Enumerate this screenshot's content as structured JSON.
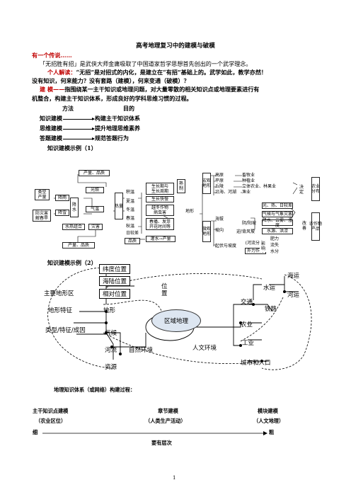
{
  "title": "高考地理复习中的建模与破模",
  "legend_heading": "有一个传说……",
  "legend_text": "「无招胜有招」是武侠大师金庸吸取了中国道家哲学思想首先创出的一个武学理念。",
  "interp_label": "个人解读：",
  "interp_line1": "“无招”是对招式的内化，是建立在“有招”基础上的。武学如此，教学亦然！",
  "interp_line2": "没有知识，何来能力？没有套路（建模），何来变通（破模）？",
  "model_label": "建 模——",
  "model_line1": "指围绕某一主干知识或地理问题，对大量零散的相关知识点或地理要素进行有",
  "model_line2": "机整合，构建主干知识体系，形成良好的学科思维习惯的过程。",
  "method_header": "方法",
  "goal_header": "目的",
  "rows": [
    {
      "method": "知识建模",
      "goal": "构建主干知识体系"
    },
    {
      "method": "思维建模",
      "goal": "提升地理思维素养"
    },
    {
      "method": "答题建模",
      "goal": "规范答题行为"
    }
  ],
  "example1_title": "知识建模示例（1）",
  "ex1": {
    "top": "产量、品质",
    "bottom": "产量、品质",
    "type_prod": "类型\n产量",
    "disaster": "防灾害\n解春旱",
    "jiangyu": "降雨",
    "guangzhao": "光照",
    "jiangxue": "降雪",
    "jiangshui": "降\n水",
    "qiwen": "气温",
    "rewater": "水热组合",
    "zaihai": "灾害",
    "reliang": "热量",
    "jiwen": "积温",
    "xiawen": "夏温",
    "dongwen": "冬温",
    "chunwen": "春温",
    "qiuwen": "秋温",
    "richa": "日较差",
    "pinzhi": "品质",
    "zz1": "生长期与\n生长周期",
    "zz2": "生长快慢",
    "zz3": "越冬作物\n病虫害",
    "zz4": "春播、发芽\n开花时间等",
    "zz5": "灌水→产量",
    "shushu": "熟\n制",
    "terrain": "地形",
    "t_hd": "宏观\n地形",
    "t_wg": "微观\n地形",
    "g1": "高原",
    "g2": "平原",
    "g3": "丘陵",
    "g4": "沿海、河湖",
    "a1": "畜牧业",
    "a2": "种植业",
    "a3": "立体农业、林果业",
    "a4": "渔业",
    "jueding": "决\n定",
    "nongye": "农业\n分布",
    "haiba": "海拔",
    "poxiang": "坡向",
    "qifu": "起伏与坡度",
    "yinyang": "阴/阳坡",
    "yingbei": "迎/背风坡",
    "liuyu": "(河流分布)",
    "waili": "外力作用",
    "q1": "光、热、日较差",
    "q2": "气候与气象灾害",
    "q3": "降水、云雾、湿度",
    "q4": "水源、洪涝",
    "q5": "肥力",
    "q6": "流失",
    "q7": "水分",
    "yingxiang": "影\n响",
    "nongzuo": "农作物\n产品",
    "gaishan": "改\n善"
  },
  "example2_title": "知识建模示例（2）",
  "ex2": {
    "center": "区域地理",
    "weidu": "纬度位置",
    "hailu": "海陆位置",
    "xiangdui": "相对位置",
    "weizhi": "位置",
    "zhuyao": "主要地形区",
    "dixingtz": "地形特征",
    "leixing": "类型/特征/成因",
    "dixing": "地形",
    "qihou": "气候",
    "heliu": "河流",
    "ziyuan": "资源",
    "ziran": "自然环境",
    "renwen": "人文环境",
    "haiyun": "海运",
    "heyun": "河运",
    "shuiyun": "水运",
    "jiaotong": "交通",
    "tielu": "铁路",
    "nongye2": "农业",
    "gongye": "工业",
    "chengshi": "城市和人口"
  },
  "build_title": "地理知识体系（或网络）构建过程：",
  "stages": [
    {
      "name": "主干知识点建模",
      "sub": "（农业区位）"
    },
    {
      "name": "章节建模",
      "sub": "（人类生产活动）"
    },
    {
      "name": "模块建模",
      "sub": "（人文地理）"
    }
  ],
  "fine": "细",
  "coarse": "粗",
  "levels": "要有层次",
  "page_number": "1"
}
